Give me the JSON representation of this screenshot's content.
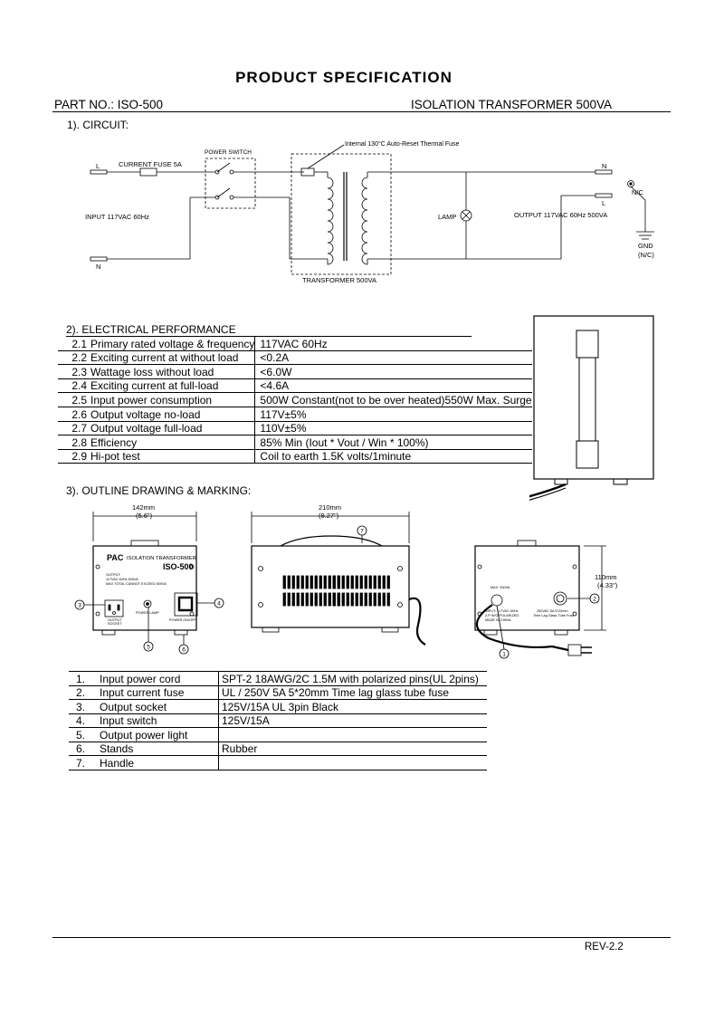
{
  "doc_title": "PRODUCT SPECIFICATION",
  "part_no": "PART NO.: ISO-500",
  "product_name": "ISOLATION TRANSFORMER 500VA",
  "sections": {
    "circuit": "1). CIRCUIT:",
    "electrical": "2). ELECTRICAL PERFORMANCE",
    "outline": "3). OUTLINE DRAWING & MARKING:"
  },
  "circuit_labels": {
    "l_in": "L",
    "n_in": "N",
    "fuse": "CURRENT FUSE 5A",
    "switch": "POWER SWITCH",
    "input": "INPUT 117VAC 60Hz",
    "thermal": "Internal 130°C Auto-Reset Thermal Fuse",
    "transformer": "TRANSFORMER 500VA",
    "lamp": "LAMP",
    "output": "OUTPUT 117VAC 60Hz 500VA",
    "n_out": "N",
    "l_out": "L",
    "nc": "N/C",
    "gnd": "GND",
    "gnd_nc": "(N/C)"
  },
  "electrical_rows": [
    {
      "num": "2.1",
      "param": "Primary rated voltage & frequency",
      "value": "117VAC  60Hz"
    },
    {
      "num": "2.2",
      "param": "Exciting current at without load",
      "value": "<0.2A"
    },
    {
      "num": "2.3",
      "param": "Wattage loss  without load",
      "value": "<6.0W"
    },
    {
      "num": "2.4",
      "param": "Exciting current at full-load",
      "value": "<4.6A"
    },
    {
      "num": "2.5",
      "param": "Input power consumption",
      "value": "500W Constant(not to be over heated)550W Max. Surge"
    },
    {
      "num": "2.6",
      "param": "Output voltage no-load",
      "value": "117V±5%"
    },
    {
      "num": "2.7",
      "param": "Output voltage full-load",
      "value": "110V±5%"
    },
    {
      "num": "2.8",
      "param": "Efficiency",
      "value": "85% Min (Iout * Vout / Win * 100%)"
    },
    {
      "num": "2.9",
      "param": "Hi-pot test",
      "value": "Coil to earth 1.5K volts/1minute"
    }
  ],
  "drawing": {
    "front_width": "142mm",
    "front_width_in": "(5.6\")",
    "top_width": "210mm",
    "top_width_in": "(8.27\")",
    "side_height": "110mm",
    "side_height_in": "(4.33\")",
    "brand": "PAC",
    "front_title": "ISOLATION TRANSFORMER",
    "front_model": "ISO-500",
    "front_output_1": "OUTPUT:",
    "front_output_2": "117VAC 60Hz 500VA",
    "front_output_3": "MAX TOTAL CANNOT EXCEED 500VA",
    "socket_label_1": "OUTPUT",
    "socket_label_2": "SOCKET",
    "lamp_label": "POWER LAMP",
    "switch_label": "POWER ON/OFF",
    "side_max": "MAX. 500VA",
    "side_input_1": "INPUT: 117VAC 60Hz",
    "side_input_2": "2-P W/O POLARIZED",
    "side_input_3": "MADE IN CHINA",
    "side_fuse_1": "250VAC 5A 5*20mm",
    "side_fuse_2": "Time Lag Glass Tube Fuse",
    "callouts": [
      "1",
      "2",
      "3",
      "4",
      "5",
      "6",
      "7"
    ]
  },
  "parts_rows": [
    {
      "num": "1.",
      "item": "Input power cord",
      "spec": "SPT-2 18AWG/2C 1.5M with polarized pins(UL 2pins)"
    },
    {
      "num": "2.",
      "item": "Input current fuse",
      "spec": "UL / 250V 5A 5*20mm Time lag glass tube fuse"
    },
    {
      "num": "3.",
      "item": "Output socket",
      "spec": "125V/15A UL 3pin Black"
    },
    {
      "num": "4.",
      "item": "Input switch",
      "spec": "125V/15A"
    },
    {
      "num": "5.",
      "item": "Output power light",
      "spec": ""
    },
    {
      "num": "6.",
      "item": "Stands",
      "spec": "Rubber"
    },
    {
      "num": "7.",
      "item": "Handle",
      "spec": ""
    }
  ],
  "revision": "REV-2.2"
}
